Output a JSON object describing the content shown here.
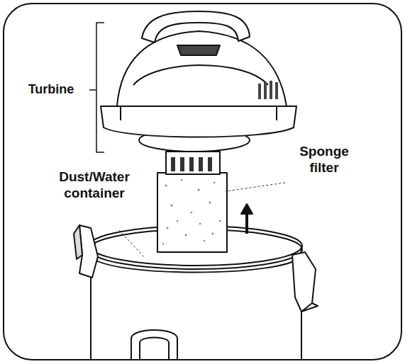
{
  "diagram": {
    "labels": [
      "Turbine",
      "Dust/Water container",
      "Sponge filter"
    ]
  }
}
